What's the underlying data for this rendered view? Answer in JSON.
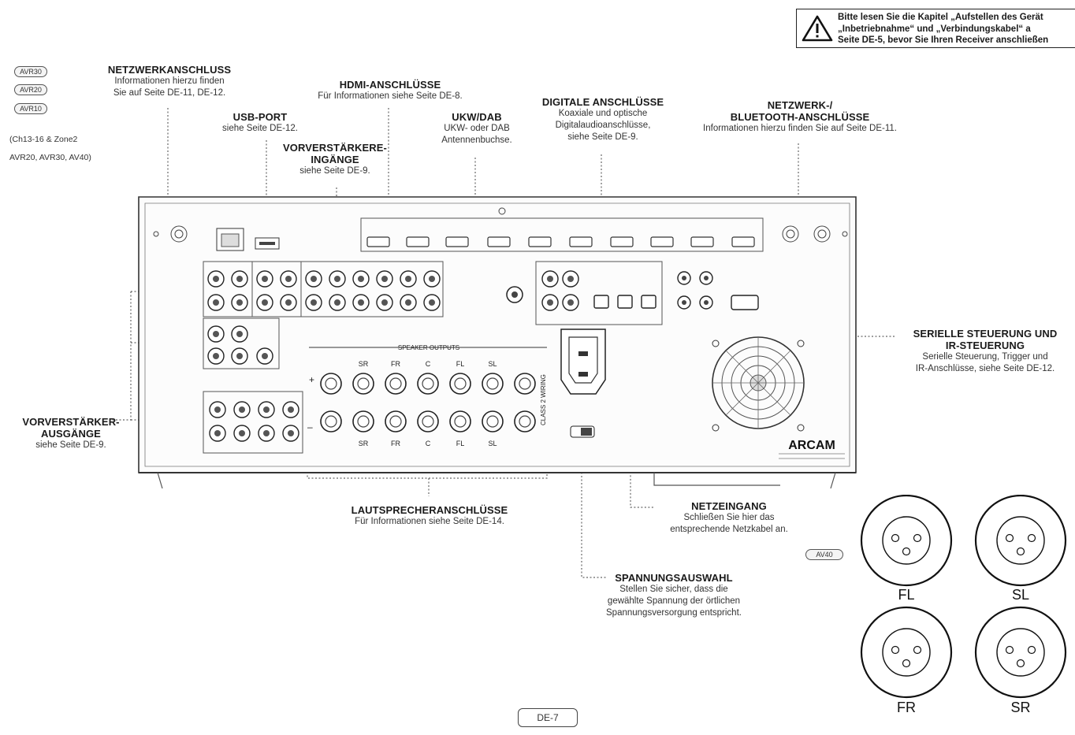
{
  "warning": {
    "icon": "warning-triangle-icon",
    "lines": [
      "Bitte lesen Sie die Kapitel „Aufstellen des Gerät",
      "„Inbetriebnahme“ und „Verbindungskabel“ a",
      "Seite DE-5, bevor Sie Ihren Receiver anschließen"
    ]
  },
  "models": [
    "AVR30",
    "AVR20",
    "AVR10"
  ],
  "model_note": [
    "(Ch13-16 & Zone2",
    "AVR20, AVR30, AV40)"
  ],
  "callouts": {
    "network": {
      "title": "NETZWERKANSCHLUSS",
      "lines": [
        "Informationen hierzu finden",
        "Sie auf Seite DE-11, DE-12."
      ]
    },
    "usb": {
      "title": "USB-PORT",
      "lines": [
        "siehe Seite DE-12."
      ]
    },
    "hdmi": {
      "title": "HDMI-ANSCHLÜSSE",
      "lines": [
        "Für Informationen siehe Seite DE-8."
      ]
    },
    "preamp_in": {
      "title_lines": [
        "VORVERSTÄRKERE-",
        "INGÄNGE"
      ],
      "lines": [
        "siehe Seite DE-9."
      ]
    },
    "ukw": {
      "title": "UKW/DAB",
      "lines": [
        "UKW- oder DAB",
        "Antennenbuchse."
      ]
    },
    "digital": {
      "title": "DIGITALE ANSCHLÜSSE",
      "lines": [
        "Koaxiale und optische",
        "Digitalaudioanschlüsse,",
        "siehe Seite DE-9."
      ]
    },
    "bt": {
      "title_lines": [
        "NETZWERK-/",
        "BLUETOOTH-ANSCHLÜSSE"
      ],
      "lines": [
        "Informationen hierzu finden Sie auf Seite DE-11."
      ]
    },
    "serial": {
      "title_lines": [
        "SERIELLE STEUERUNG UND",
        "IR-STEUERUNG"
      ],
      "lines": [
        "Serielle Steuerung, Trigger und",
        "IR-Anschlüsse, siehe Seite DE-12."
      ]
    },
    "preamp_out": {
      "title_lines": [
        "VORVERSTÄRKER-",
        "AUSGÄNGE"
      ],
      "lines": [
        "siehe Seite DE-9."
      ]
    },
    "speakers": {
      "title": "LAUTSPRECHERANSCHLÜSSE",
      "lines": [
        "Für Informationen siehe Seite DE-14."
      ]
    },
    "mains": {
      "title": "NETZEINGANG",
      "lines": [
        "Schließen Sie hier das",
        "entsprechende Netzkabel an."
      ]
    },
    "voltage": {
      "title": "SPANNUNGSAUSWAHL",
      "lines": [
        "Stellen Sie sicher, dass die",
        "gewählte Spannung der örtlichen",
        "Spannungsversorgung entspricht."
      ]
    }
  },
  "device": {
    "brand": "ARCAM",
    "speaker_outputs_label": "SPEAKER OUTPUTS",
    "speaker_top_labels": [
      "SR",
      "FR",
      "C",
      "FL",
      "SL"
    ],
    "speaker_bottom_labels": [
      "SR",
      "FR",
      "C",
      "FL",
      "SL"
    ],
    "class_label": "CLASS 2 WIRING",
    "plus_sign": "+",
    "minus_sign": "–"
  },
  "xlr": {
    "badge": "AV40",
    "labels": [
      "FL",
      "SL",
      "FR",
      "SR"
    ]
  },
  "page_number": "DE-7"
}
